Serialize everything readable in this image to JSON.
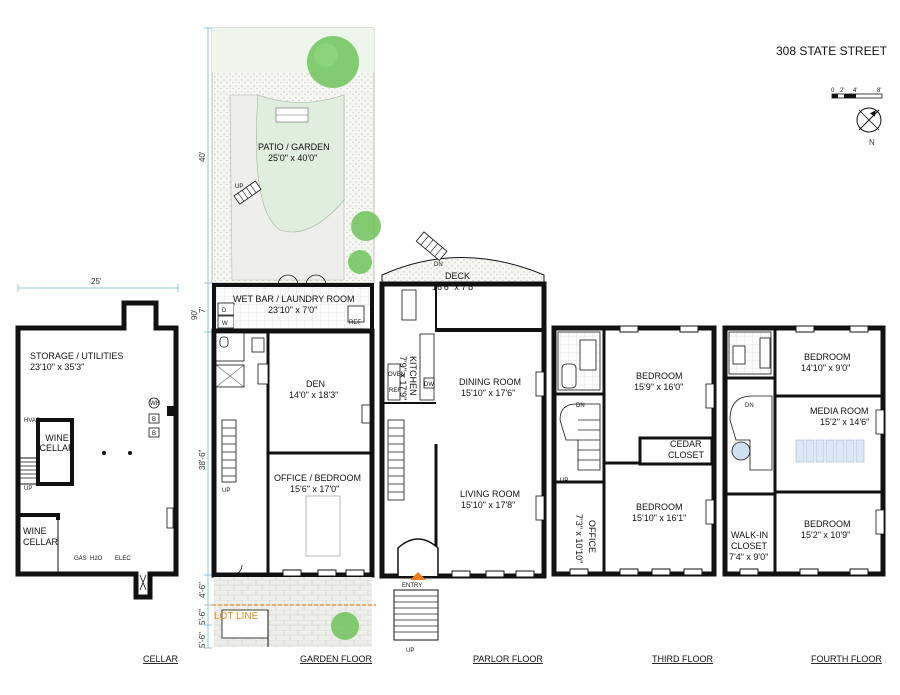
{
  "title": "308 STATE STREET",
  "scale": {
    "labels": [
      "0",
      "2'",
      "4'",
      "8'"
    ]
  },
  "compass": {
    "label": "N"
  },
  "dimensions": {
    "cellar_width": "25'",
    "d_40": "40'",
    "d_7": "7'",
    "d_90": "90'",
    "d_38_6": "38'-6\"",
    "d_4_6": "4'-6\"",
    "d_5_6a": "5'-6\"",
    "d_5_6b": "5'-6\""
  },
  "floors": {
    "cellar": {
      "label": "CELLAR",
      "rooms": [
        {
          "name": "STORAGE / UTILITIES",
          "size": "23'10\" x 35'3\""
        }
      ],
      "wine_cellar_1": [
        "WINE",
        "CELLAR"
      ],
      "wine_cellar_2": [
        "WINE",
        "CELLAR"
      ],
      "hvac": "HVAC",
      "utilities": [
        "GAS",
        "H2O",
        "ELEC"
      ],
      "fixtures": [
        "WH",
        "B",
        "B"
      ],
      "up": "UP"
    },
    "garden": {
      "label": "GARDEN FLOOR",
      "patio": {
        "name": "PATIO / GARDEN",
        "size": "25'0\" x 40'0\""
      },
      "wet_bar": {
        "name": "WET BAR / LAUNDRY ROOM",
        "size": "23'10\" x 7'0\""
      },
      "den": {
        "name": "DEN",
        "size": "14'0\" x 18'3\""
      },
      "office": {
        "name": "OFFICE / BEDROOM",
        "size": "15'6\" x 17'0\""
      },
      "appliances": [
        "D",
        "W",
        "REF"
      ],
      "lot_line": "LOT LINE",
      "up_patio": "UP",
      "up_stair": "UP"
    },
    "parlor": {
      "label": "PARLOR FLOOR",
      "deck": {
        "name": "DECK",
        "size": "16'6\" x 7'8\""
      },
      "kitchen": {
        "name": "KITCHEN",
        "size": "7'9\" x 17'9\""
      },
      "dining": {
        "name": "DINING ROOM",
        "size": "15'10\" x 17'6\""
      },
      "living": {
        "name": "LIVING ROOM",
        "size": "15'10\" x 17'8\""
      },
      "appliances": [
        "OVEN",
        "REF",
        "DW"
      ],
      "entry": "ENTRY",
      "dn": "DN",
      "up": "UP"
    },
    "third": {
      "label": "THIRD FLOOR",
      "bed1": {
        "name": "BEDROOM",
        "size": "15'9\" x 16'0\""
      },
      "cedar": [
        "CEDAR",
        "CLOSET"
      ],
      "bed2": {
        "name": "BEDROOM",
        "size": "15'10\" x 16'1\""
      },
      "office": {
        "name": "OFFICE",
        "size": "7'3\" x 10'10\""
      },
      "dn": "DN",
      "up": "UP"
    },
    "fourth": {
      "label": "FOURTH FLOOR",
      "bed1": {
        "name": "BEDROOM",
        "size": "14'10\" x 9'0\""
      },
      "media": {
        "name": "MEDIA ROOM",
        "size": "15'2\" x 14'6\""
      },
      "bed2": {
        "name": "BEDROOM",
        "size": "15'2\" x 10'9\""
      },
      "closet": {
        "name1": "WALK-IN",
        "name2": "CLOSET",
        "size": "7'4\" x 9'0\""
      },
      "dn": "DN"
    }
  },
  "colors": {
    "wall": "#111111",
    "garden": "#eef5ea",
    "lawn": "#dfeedd",
    "tree": "#6dc35a",
    "dimension": "#7ab3d6",
    "lot_line": "#e88a1e",
    "entry": "#f07c1e"
  }
}
